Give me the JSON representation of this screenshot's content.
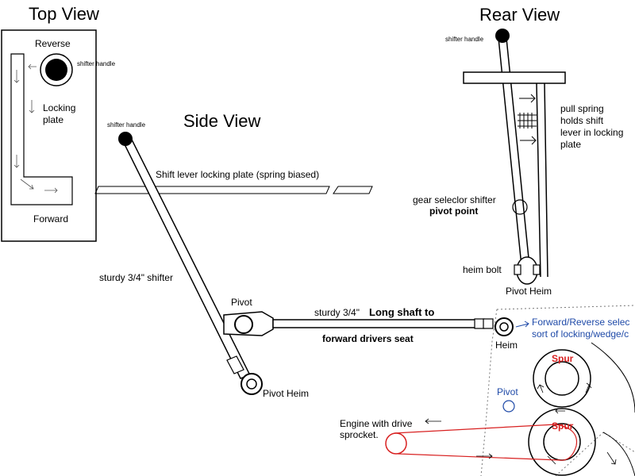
{
  "top_view": {
    "title": "Top View",
    "reverse": "Reverse",
    "shifter_handle": "shifter handle",
    "locking_line1": "Locking",
    "locking_line2": "plate",
    "forward": "Forward"
  },
  "rear_view": {
    "title": "Rear View",
    "shifter_handle": "shifter handle",
    "spring_line1": "pull spring",
    "spring_line2": "holds shift",
    "spring_line3": "lever in locking",
    "spring_line4": "plate",
    "gear_selector_line1": "gear seleclor shifter",
    "gear_selector_line2": "pivot point",
    "heim_bolt": "heim bolt",
    "pivot_heim": "Pivot Heim"
  },
  "side_view": {
    "title": "Side View",
    "shifter_handle": "shifter handle",
    "locking_plate": "Shift lever locking plate (spring biased)",
    "sturdy_shifter": "sturdy 3/4\" shifter",
    "pivot": "Pivot",
    "pivot_heim": "Pivot Heim",
    "shaft_prefix": "sturdy 3/4\"",
    "shaft_main": "Long shaft to",
    "shaft_line2": "forward drivers seat",
    "heim": "Heim"
  },
  "drive": {
    "forward_reverse_line1": "Forward/Reverse selec",
    "forward_reverse_line2": "sort of locking/wedge/c",
    "pivot": "Pivot",
    "spur_top": "Spur",
    "spur_bottom": "Spur",
    "engine_line1": "Engine with drive",
    "engine_line2": "sprocket."
  }
}
